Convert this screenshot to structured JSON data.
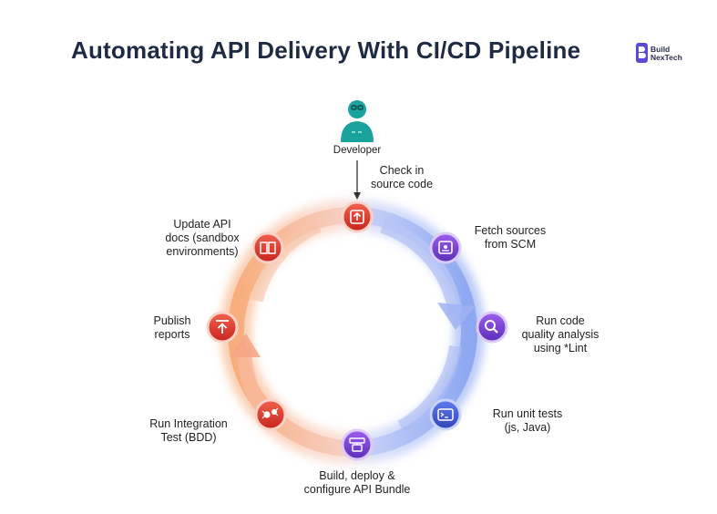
{
  "title": "Automating API Delivery With CI/CD Pipeline",
  "logo": {
    "line1": "Build",
    "line2": "NexTech"
  },
  "developer": {
    "label": "Developer"
  },
  "colors": {
    "title": "#1f2a44",
    "ring_warm": "#f59a6a",
    "ring_cool": "#8ea6f2",
    "node_red": "#e8423a",
    "node_purple": "#7a3fd0",
    "node_blue": "#3d5bd1",
    "developer": "#1aa39c"
  },
  "pipeline_steps": [
    {
      "id": "check-in",
      "lines": [
        "Check in",
        "source code"
      ],
      "icon": "upload-icon"
    },
    {
      "id": "fetch-sources",
      "lines": [
        "Fetch sources",
        "from SCM"
      ],
      "icon": "card-icon"
    },
    {
      "id": "code-quality",
      "lines": [
        "Run code",
        "quality analysis",
        "using *Lint"
      ],
      "icon": "search-icon"
    },
    {
      "id": "unit-tests",
      "lines": [
        "Run unit tests",
        "(js, Java)"
      ],
      "icon": "terminal-icon"
    },
    {
      "id": "build-deploy",
      "lines": [
        "Build, deploy &",
        "configure API Bundle"
      ],
      "icon": "package-icon"
    },
    {
      "id": "integration-test",
      "lines": [
        "Run Integration",
        "Test (BDD)"
      ],
      "icon": "bugs-icon"
    },
    {
      "id": "publish-reports",
      "lines": [
        "Publish",
        "reports"
      ],
      "icon": "upload-arrow-icon"
    },
    {
      "id": "update-docs",
      "lines": [
        "Update API",
        "docs (sandbox",
        "environments)"
      ],
      "icon": "book-icon"
    }
  ]
}
